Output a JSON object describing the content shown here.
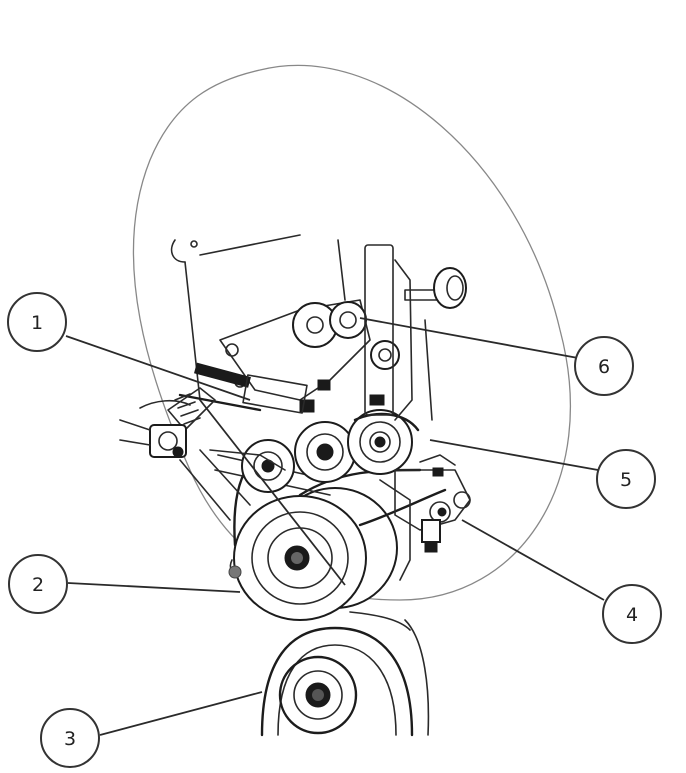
{
  "callouts": [
    {
      "id": "1",
      "label": "1"
    },
    {
      "id": "2",
      "label": "2"
    },
    {
      "id": "3",
      "label": "3"
    },
    {
      "id": "4",
      "label": "4"
    },
    {
      "id": "5",
      "label": "5"
    },
    {
      "id": "6",
      "label": "6"
    }
  ],
  "colors": {
    "ink": "#1c1c1c",
    "background": "#ffffff",
    "magnifier": "#888888"
  }
}
